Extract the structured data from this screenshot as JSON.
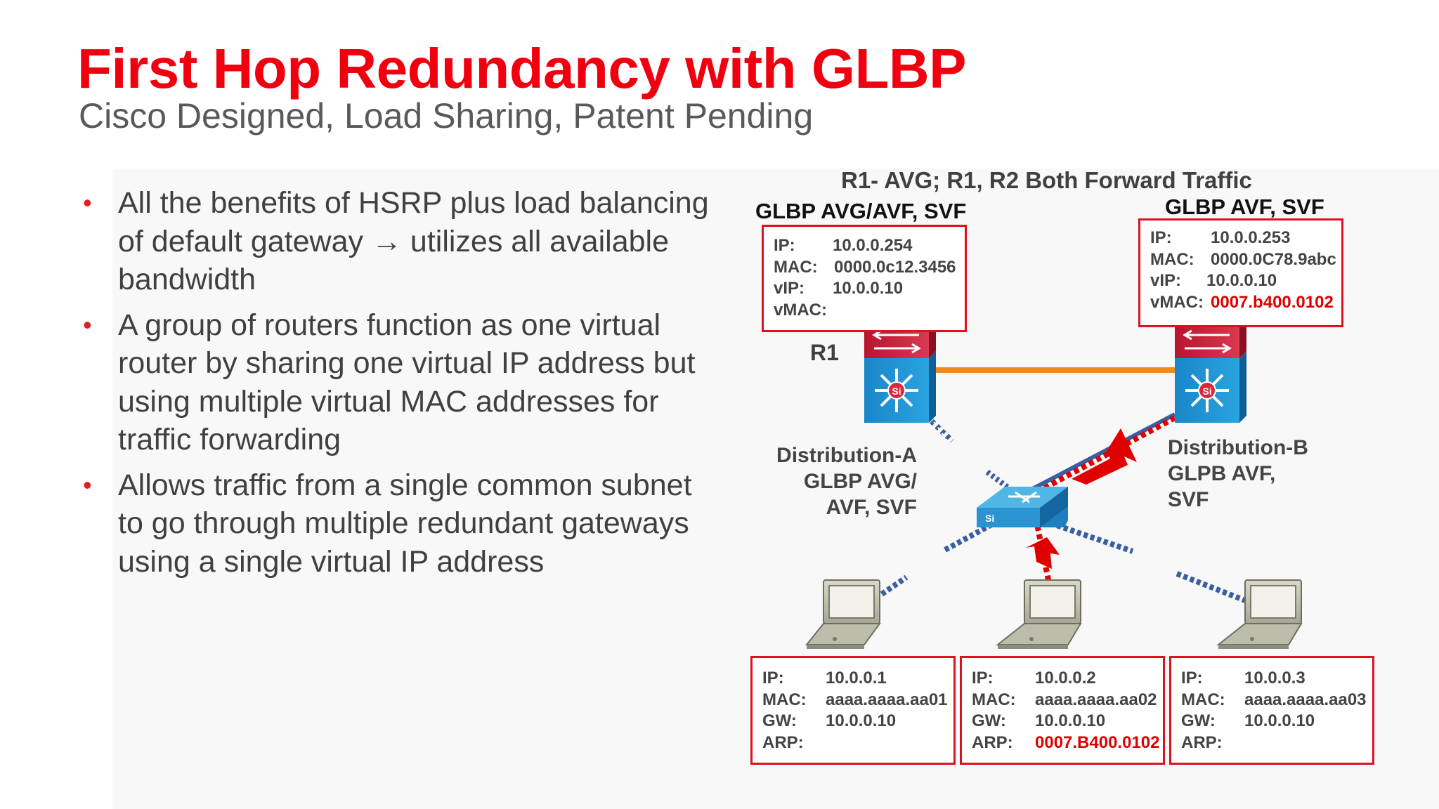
{
  "slide": {
    "title": "First Hop Redundancy with GLBP",
    "subtitle": "Cisco Designed, Load Sharing, Patent Pending",
    "bullet_symbol": "•",
    "bullets": [
      "All the benefits of HSRP plus load balancing of default gateway → utilizes all available bandwidth",
      "A group of routers function as one virtual router by sharing one virtual IP address but using multiple virtual MAC addresses for traffic forwarding",
      "Allows traffic from a single common subnet to go through multiple redundant gateways using a single virtual IP address"
    ]
  },
  "diagram": {
    "heading": "R1- AVG; R1, R2 Both Forward Traffic",
    "router_a": {
      "role_label": "GLBP AVG/AVF, SVF",
      "name": "R1",
      "caption_lines": [
        "Distribution-A",
        "GLBP AVG/",
        "AVF, SVF"
      ],
      "info": [
        {
          "key": "IP:",
          "value": "10.0.0.254"
        },
        {
          "key": "MAC:",
          "value": "0000.0c12.3456"
        },
        {
          "key": "vIP:",
          "value": "10.0.0.10"
        },
        {
          "key": "vMAC:",
          "value": ""
        }
      ]
    },
    "router_b": {
      "role_label": "GLBP AVF, SVF",
      "caption_lines": [
        "Distribution-B",
        "GLPB AVF,",
        "SVF"
      ],
      "info": [
        {
          "key": "IP:",
          "value": "10.0.0.253"
        },
        {
          "key": "MAC:",
          "value": "0000.0C78.9abc"
        },
        {
          "key": "vIP:",
          "value": "10.0.0.10"
        },
        {
          "key": "vMAC:",
          "value": "0007.b400.0102"
        }
      ]
    },
    "switch_chip_label": "Si",
    "hosts": [
      {
        "info": [
          {
            "key": "IP:",
            "value": "10.0.0.1"
          },
          {
            "key": "MAC:",
            "value": "aaaa.aaaa.aa01"
          },
          {
            "key": "GW:",
            "value": "10.0.0.10"
          },
          {
            "key": "ARP:",
            "value": ""
          }
        ]
      },
      {
        "info": [
          {
            "key": "IP:",
            "value": "10.0.0.2"
          },
          {
            "key": "MAC:",
            "value": "aaaa.aaaa.aa02"
          },
          {
            "key": "GW:",
            "value": "10.0.0.10"
          },
          {
            "key": "ARP:",
            "value": "0007.B400.0102"
          }
        ]
      },
      {
        "info": [
          {
            "key": "IP:",
            "value": "10.0.0.3"
          },
          {
            "key": "MAC:",
            "value": "aaaa.aaaa.aa03"
          },
          {
            "key": "GW:",
            "value": "10.0.0.10"
          },
          {
            "key": "ARP:",
            "value": ""
          }
        ]
      }
    ],
    "colors": {
      "title": "#f0000f",
      "box_border": "#e01020",
      "highlight": "#e00000",
      "trunk_link": "#f08a1c",
      "access_link": "#3a5fa0",
      "traffic": "#e00000",
      "router_top": "#c8203a",
      "router_body": "#1e8fd0"
    },
    "icons": [
      "router-icon",
      "switch-icon",
      "laptop-icon",
      "traffic-arrow-icon"
    ]
  }
}
